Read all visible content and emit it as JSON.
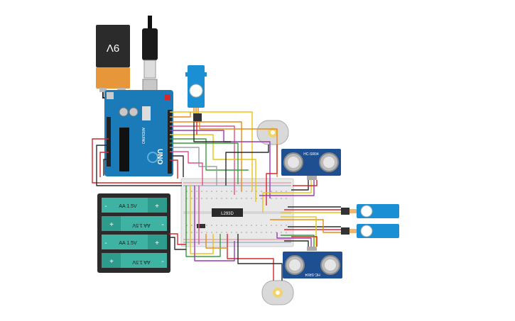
{
  "battery_9v": {
    "label": "9V"
  },
  "arduino": {
    "board_name": "UNO",
    "brand": "ARDUINO"
  },
  "aa_pack": {
    "cells": [
      "AA 1.5V",
      "AA 1.5V",
      "AA 1.5V",
      "AA 1.5V"
    ],
    "plus": "+",
    "minus": "-"
  },
  "driver_chip": {
    "label": "L293D"
  },
  "ultrasonic_top": {
    "label": "HC-SR04"
  },
  "ultrasonic_bottom": {
    "label": "HC-SR04"
  },
  "colors": {
    "arduino_blue": "#1a7bb8",
    "battery_orange": "#e8963a",
    "breadboard": "#e9e9e9",
    "wire_red": "#d9262c",
    "wire_black": "#2b2b2b",
    "wire_yellow": "#e8c618",
    "wire_orange": "#e88a1a",
    "wire_green": "#3a9b3a",
    "wire_purple": "#9b3ab5",
    "wire_pink": "#e0508a",
    "wire_gray": "#9aa0a6"
  }
}
